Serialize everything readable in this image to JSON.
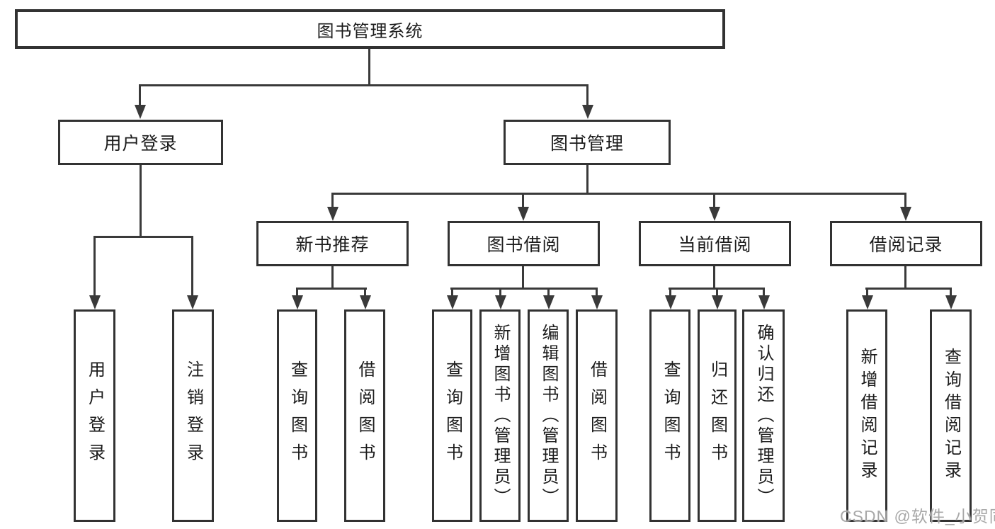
{
  "tree": {
    "label": "图书管理系统",
    "children": [
      {
        "label": "用户登录",
        "children": [
          {
            "label": "用户登录"
          },
          {
            "label": "注销登录"
          }
        ]
      },
      {
        "label": "图书管理",
        "children": [
          {
            "label": "新书推荐",
            "children": [
              {
                "label": "查询图书"
              },
              {
                "label": "借阅图书"
              }
            ]
          },
          {
            "label": "图书借阅",
            "children": [
              {
                "label": "查询图书"
              },
              {
                "label": "新增图书（管理员）"
              },
              {
                "label": "编辑图书（管理员）"
              },
              {
                "label": "借阅图书"
              }
            ]
          },
          {
            "label": "当前借阅",
            "children": [
              {
                "label": "查询图书"
              },
              {
                "label": "归还图书"
              },
              {
                "label": "确认归还（管理员）"
              }
            ]
          },
          {
            "label": "借阅记录",
            "children": [
              {
                "label": "新增借阅记录"
              },
              {
                "label": "查询借阅记录"
              }
            ]
          }
        ]
      }
    ]
  },
  "watermark": "CSDN @软件_小贺同学",
  "colors": {
    "line": "#3a3a3a",
    "box_border": "#323232",
    "text": "#1c1c1c",
    "background": "#ffffff",
    "watermark": "#9e9e9e"
  }
}
